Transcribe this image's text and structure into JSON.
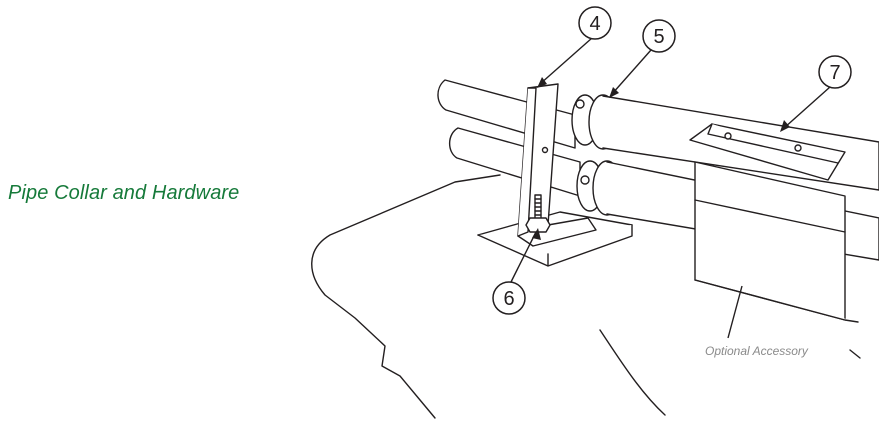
{
  "title": "Pipe Collar and Hardware",
  "caption": "Optional Accessory",
  "callouts": [
    "4",
    "5",
    "6",
    "7"
  ],
  "colors": {
    "title": "#167a3a",
    "caption": "#8a8a8a",
    "line": "#231f20",
    "fill": "#ffffff"
  }
}
